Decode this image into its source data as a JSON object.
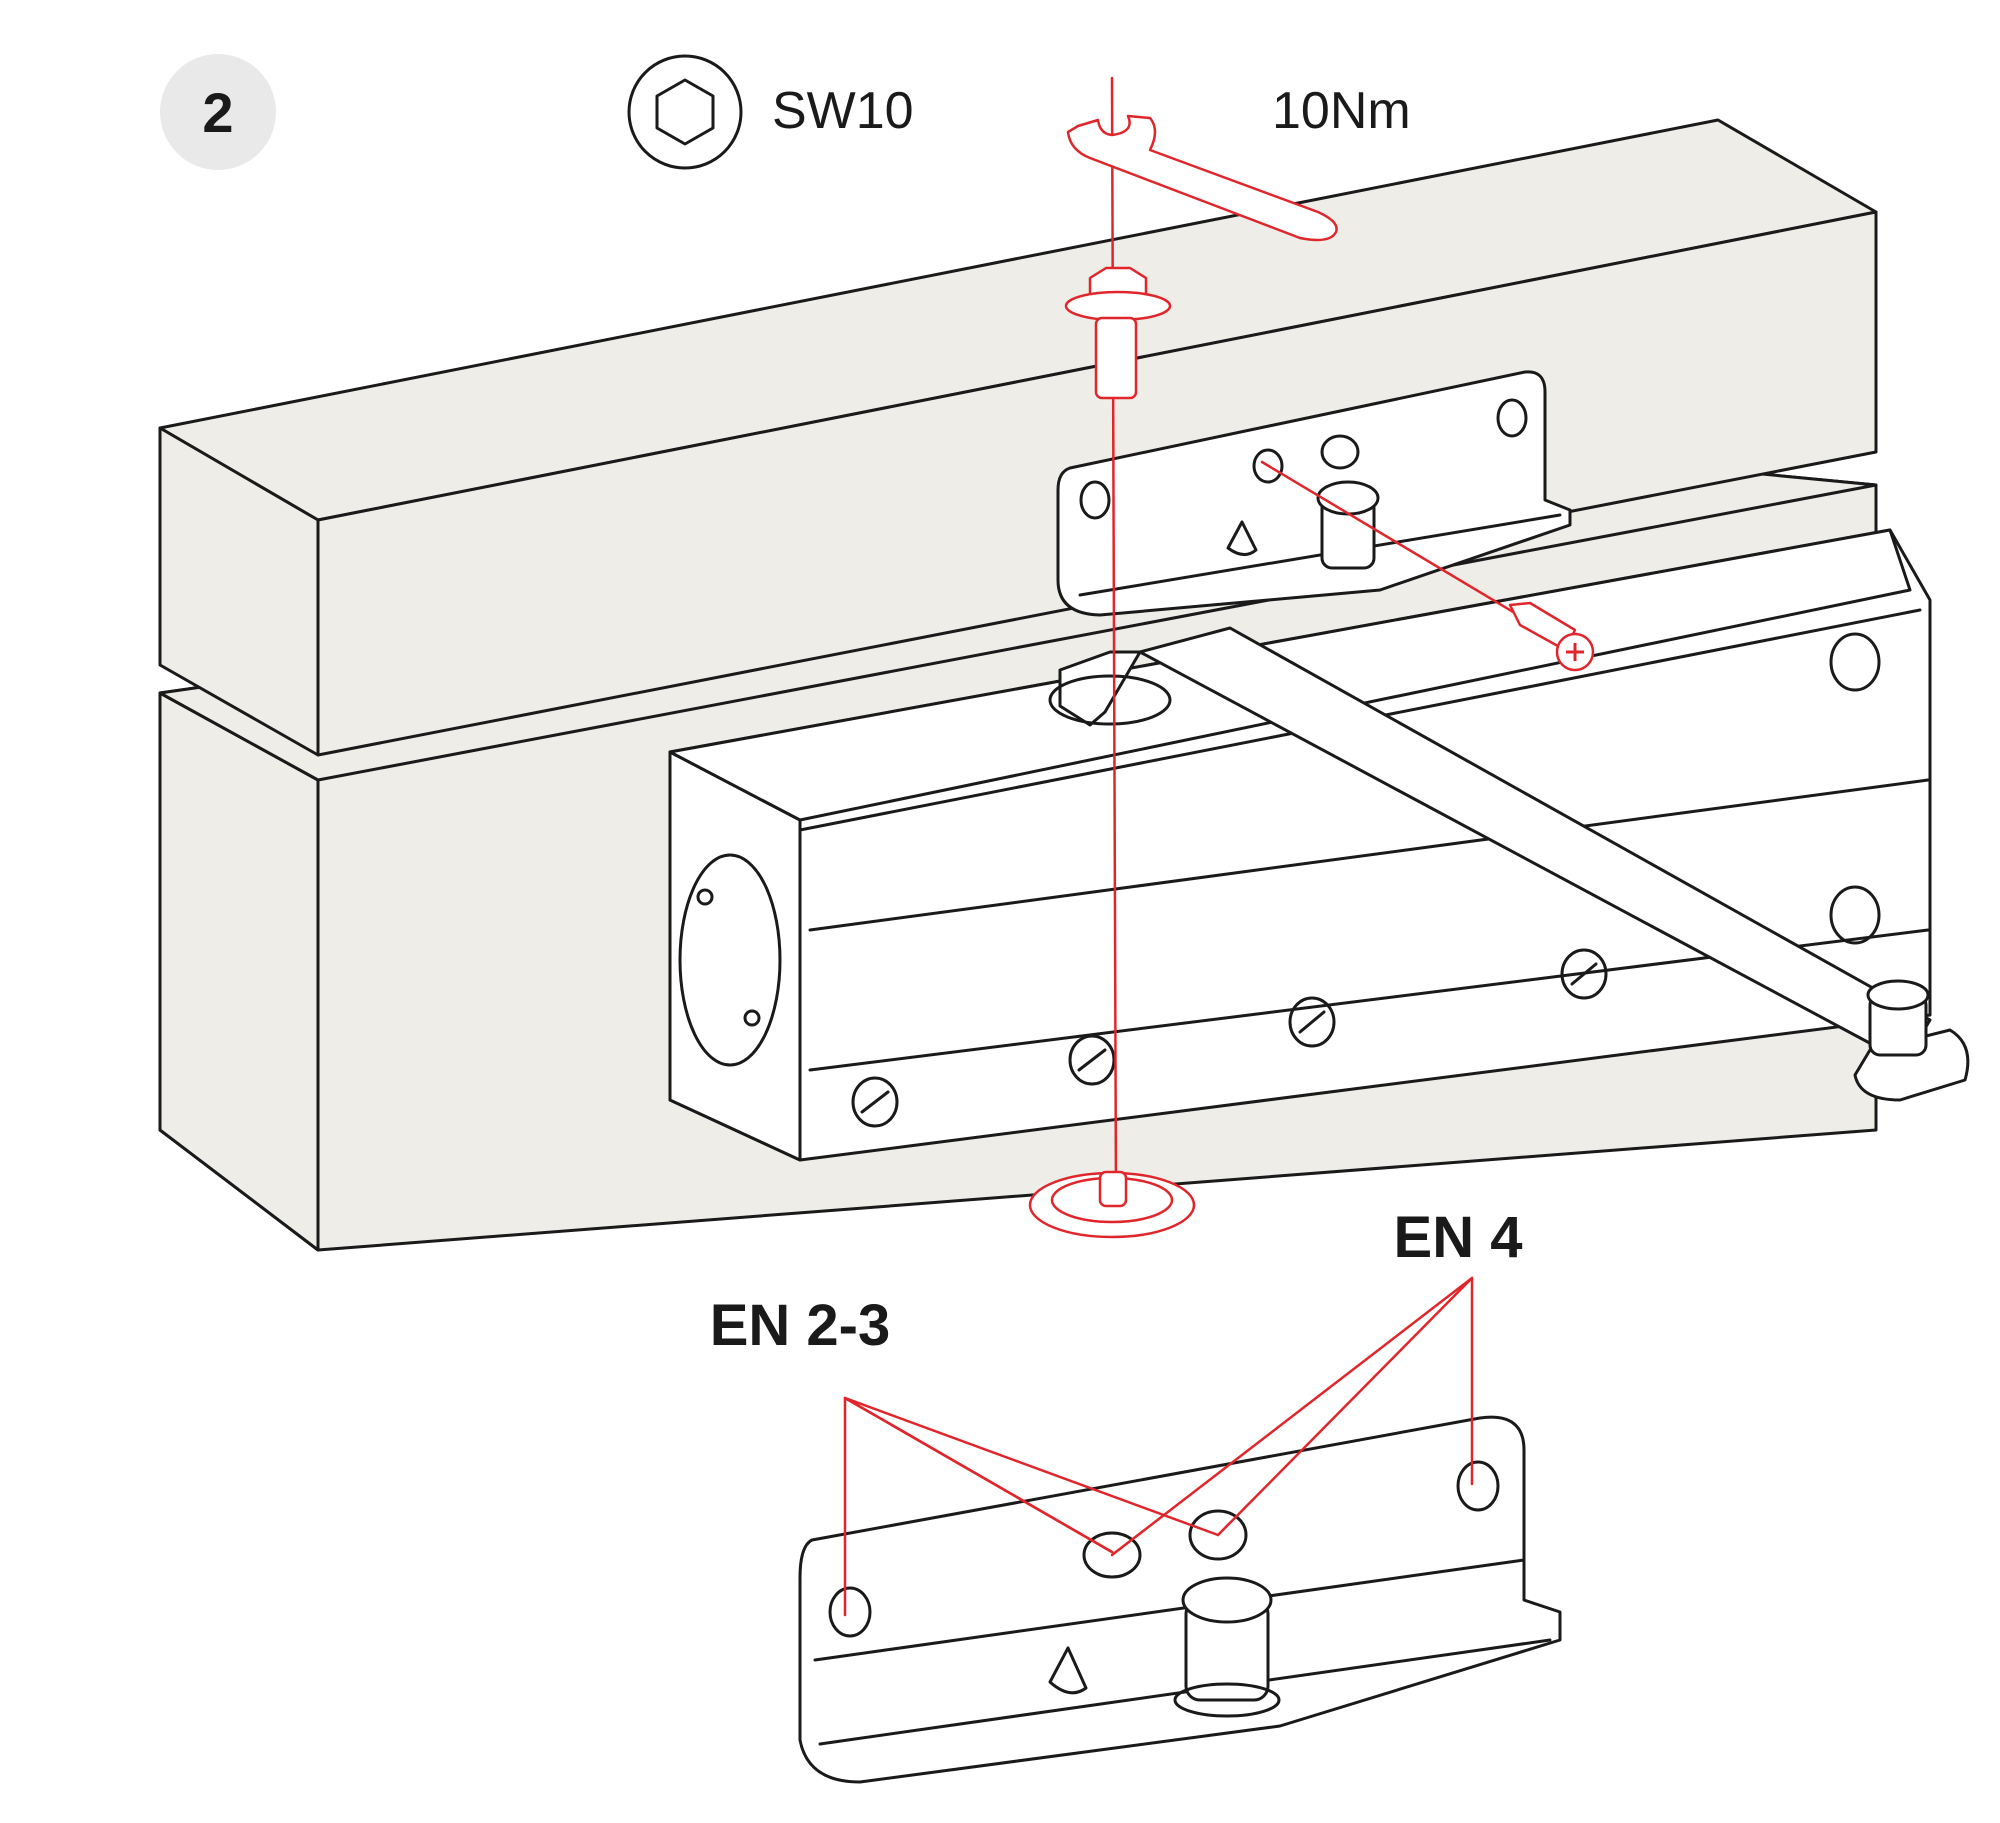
{
  "step": {
    "number": "2"
  },
  "tool": {
    "icon": "hex-socket-icon",
    "size_label": "SW10"
  },
  "torque": {
    "label": "10Nm"
  },
  "callouts": {
    "en23": "EN 2-3",
    "en4": "EN 4"
  },
  "colors": {
    "accent": "#e0262b",
    "ink": "#1a1a1a",
    "frame": "#efede8",
    "badge": "#e9e9ea"
  }
}
